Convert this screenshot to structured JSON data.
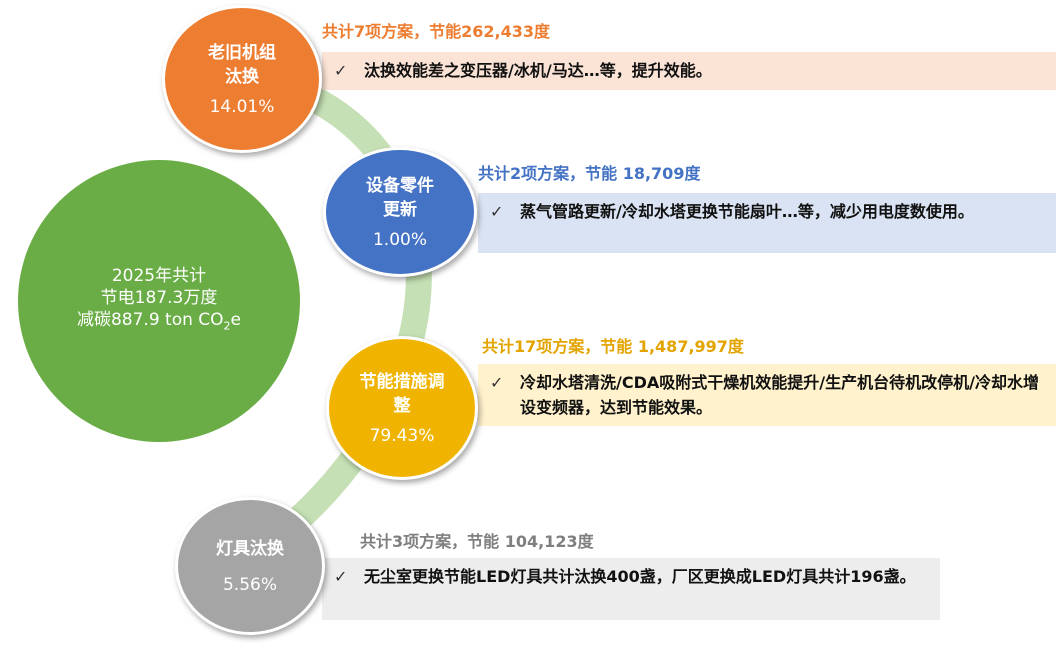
{
  "summary": {
    "line1": "2025年共计",
    "line2": "节电187.3万度",
    "line3_prefix": "减碳887.9 ton CO",
    "line3_sub": "2",
    "line3_suffix": "e"
  },
  "items": [
    {
      "name_line1": "老旧机组",
      "name_line2": "汰换",
      "percent": "14.01%",
      "header": "共计7项方案，节能262,433度",
      "detail": "汰换效能差之变压器/冰机/马达…等，提升效能。",
      "color": "#ed7d31",
      "header_color": "#ed7d31",
      "panel_color": "#fbe3d6"
    },
    {
      "name_line1": "设备零件",
      "name_line2": "更新",
      "percent": "1.00%",
      "header": "共计2项方案，节能 18,709度",
      "detail": "蒸气管路更新/冷却水塔更换节能扇叶…等，减少用电度数使用。",
      "color": "#4472c4",
      "header_color": "#4472c4",
      "panel_color": "#dae3f3"
    },
    {
      "name_line1": "节能措施调",
      "name_line2": "整",
      "percent": "79.43%",
      "header": "共计17项方案，节能 1,487,997度",
      "detail": "冷却水塔清洗/CDA吸附式干燥机效能提升/生产机台待机改停机/冷却水增设变频器，达到节能效果。",
      "color": "#f0b400",
      "header_color": "#e3a400",
      "panel_color": "#fff2cc"
    },
    {
      "name_line1": "灯具汰换",
      "name_line2": "",
      "percent": "5.56%",
      "header": "共计3项方案，节能 104,123度",
      "detail": "无尘室更换节能LED灯具共计汰换400盏，厂区更换成LED灯具共计196盏。",
      "color": "#a5a5a5",
      "header_color": "#7f7f7f",
      "panel_color": "#ededed"
    }
  ]
}
